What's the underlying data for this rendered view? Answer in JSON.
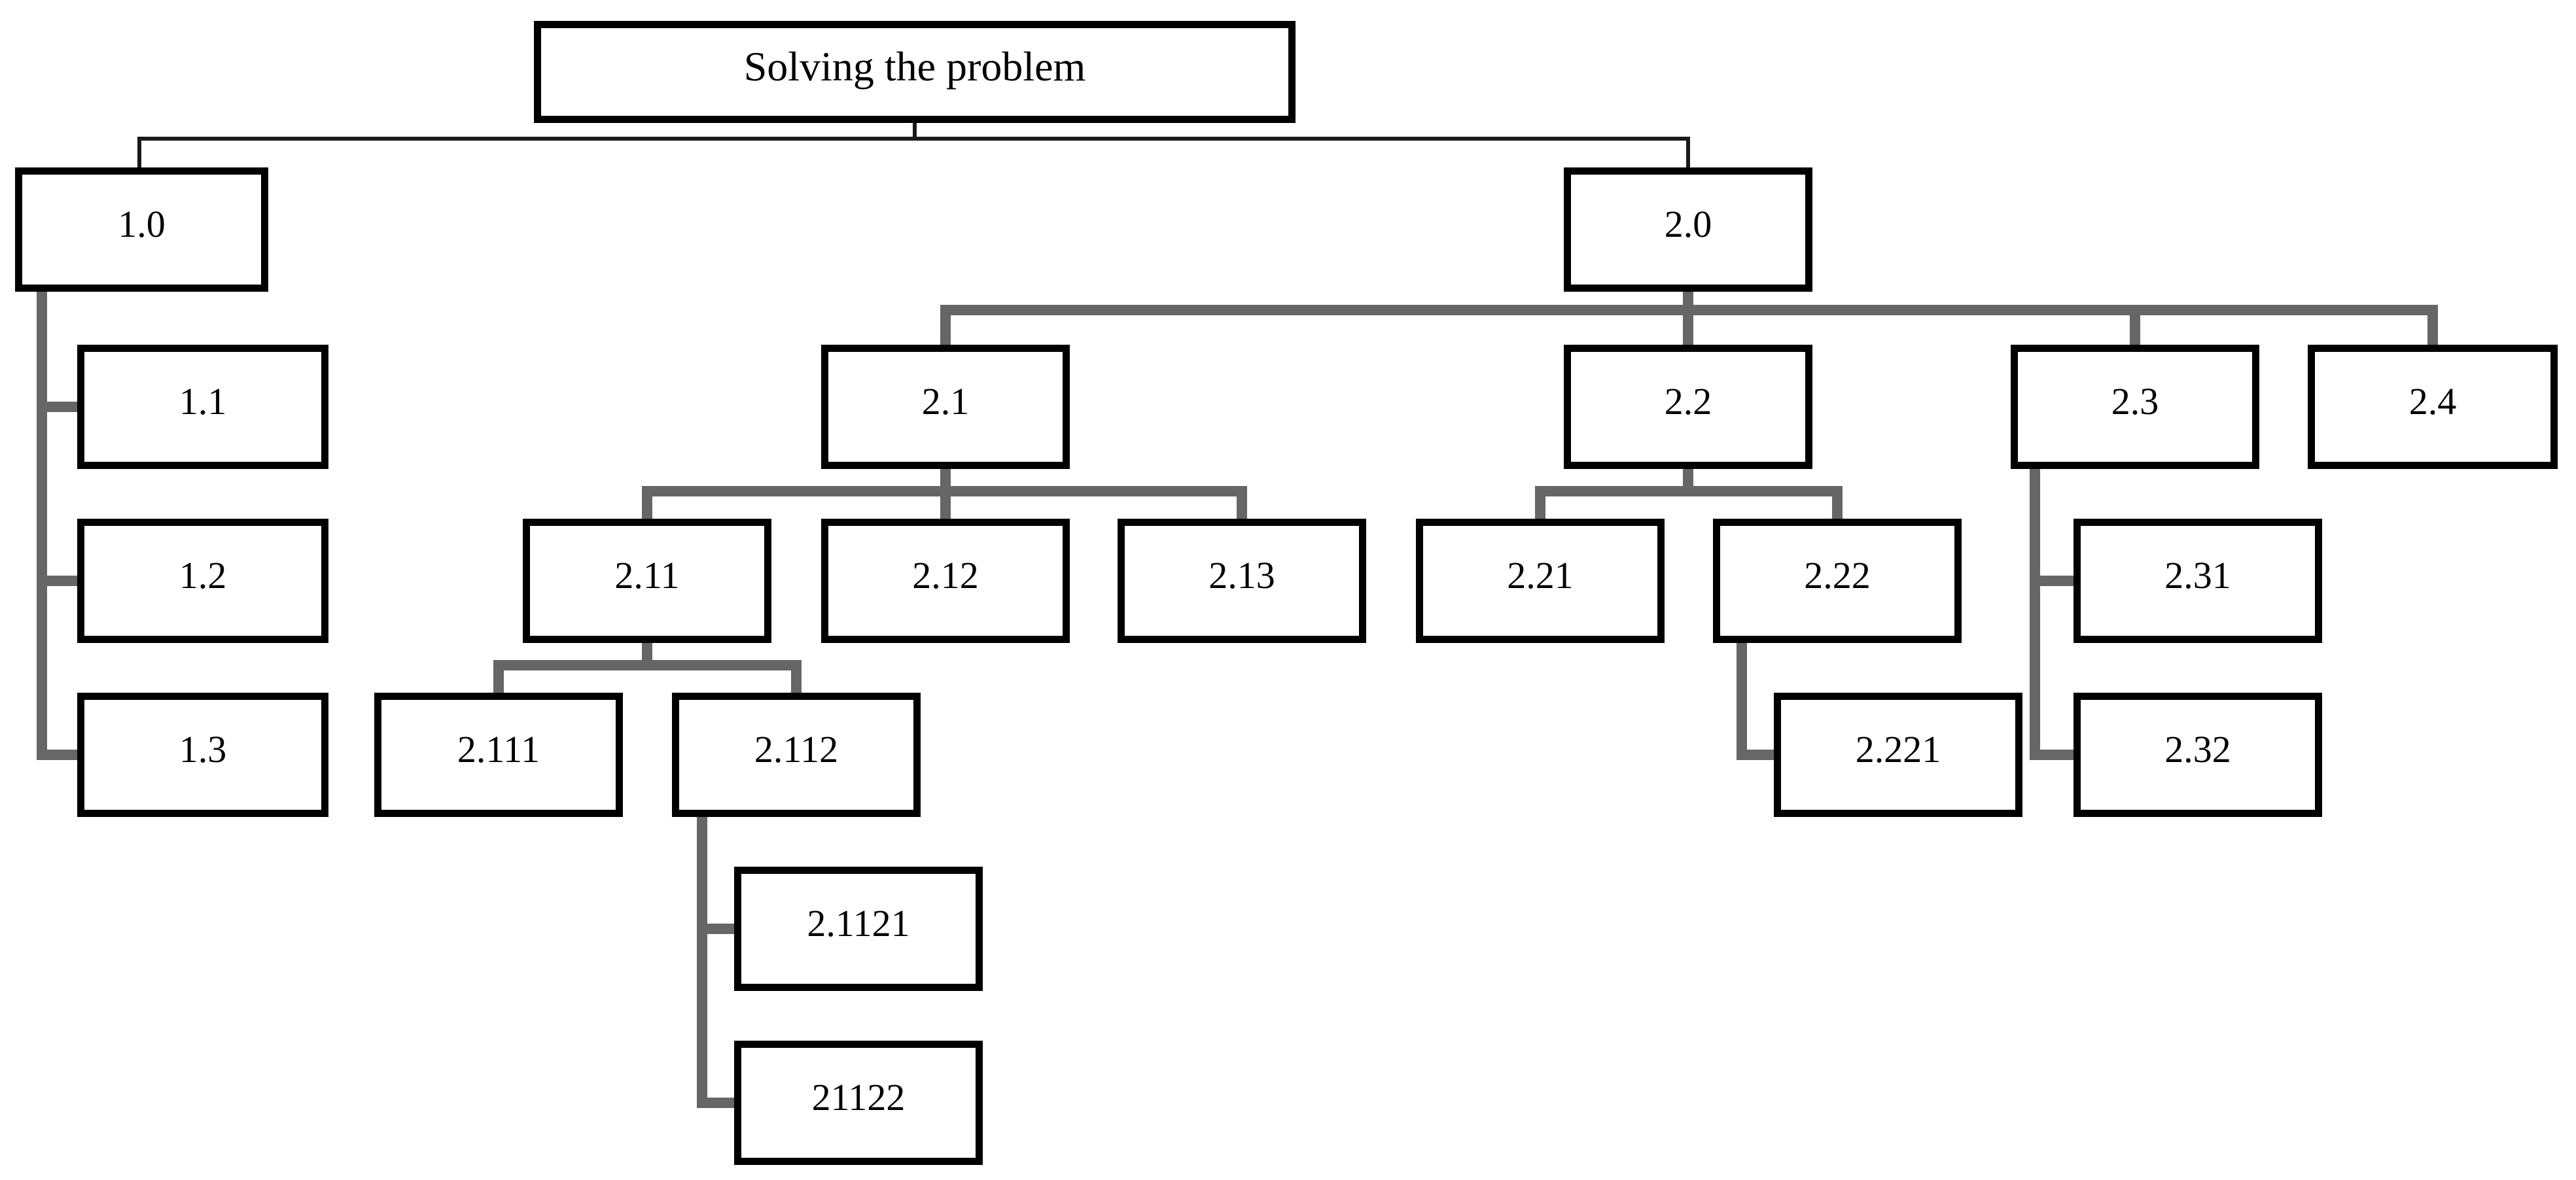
{
  "diagram": {
    "title": "Solving the problem",
    "type": "work-breakdown-structure-tree",
    "structure": {
      "root": [
        "1.0",
        "2.0"
      ],
      "1.0": [
        "1.1",
        "1.2",
        "1.3"
      ],
      "2.0": [
        "2.1",
        "2.2",
        "2.3",
        "2.4"
      ],
      "2.1": [
        "2.11",
        "2.12",
        "2.13"
      ],
      "2.11": [
        "2.111",
        "2.112"
      ],
      "2.112": [
        "2.1121",
        "21122"
      ],
      "2.2": [
        "2.21",
        "2.22"
      ],
      "2.22": [
        "2.221"
      ],
      "2.3": [
        "2.31",
        "2.32"
      ],
      "2.4": [],
      "2.12": [],
      "2.13": [],
      "2.21": [],
      "2.31": [],
      "2.32": [],
      "2.111": [],
      "2.221": [],
      "2.1121": [],
      "21122": []
    }
  },
  "nodes": {
    "root": {
      "label": "Solving the problem"
    },
    "n1_0": {
      "label": "1.0"
    },
    "n1_1": {
      "label": "1.1"
    },
    "n1_2": {
      "label": "1.2"
    },
    "n1_3": {
      "label": "1.3"
    },
    "n2_0": {
      "label": "2.0"
    },
    "n2_1": {
      "label": "2.1"
    },
    "n2_2": {
      "label": "2.2"
    },
    "n2_3": {
      "label": "2.3"
    },
    "n2_4": {
      "label": "2.4"
    },
    "n2_11": {
      "label": "2.11"
    },
    "n2_12": {
      "label": "2.12"
    },
    "n2_13": {
      "label": "2.13"
    },
    "n2_21": {
      "label": "2.21"
    },
    "n2_22": {
      "label": "2.22"
    },
    "n2_31": {
      "label": "2.31"
    },
    "n2_111": {
      "label": "2.111"
    },
    "n2_112": {
      "label": "2.112"
    },
    "n2_221": {
      "label": "2.221"
    },
    "n2_32": {
      "label": "2.32"
    },
    "n2_1121": {
      "label": "2.1121"
    },
    "n21122": {
      "label": "21122"
    }
  },
  "colors": {
    "box_border": "#000000",
    "box_fill": "#ffffff",
    "connector_thick": "#666666",
    "connector_thin": "#1a1a1a",
    "text": "#000000",
    "background": "#ffffff"
  }
}
